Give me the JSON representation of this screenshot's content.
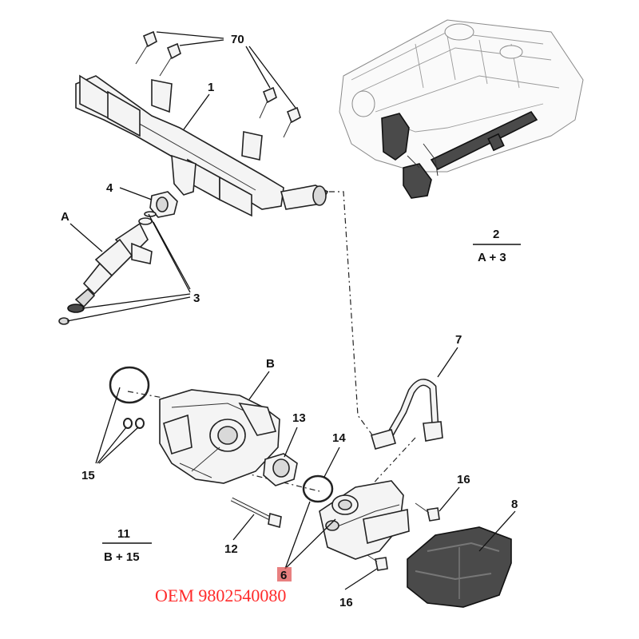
{
  "callouts": {
    "c70": "70",
    "c1": "1",
    "c4": "4",
    "cA": "A",
    "c3": "3",
    "c2": "2",
    "c2_sub": "A + 3",
    "c7": "7",
    "cB": "B",
    "c13": "13",
    "c14": "14",
    "c15": "15",
    "c16a": "16",
    "c8": "8",
    "c11": "11",
    "c11_sub": "B + 15",
    "c12": "12",
    "c6": "6",
    "c16b": "16"
  },
  "oem_text": "OEM 9802540080",
  "colors": {
    "highlight": "#e05555",
    "oem_text": "#ff2a2a",
    "part_dark": "#4a4a4a"
  }
}
